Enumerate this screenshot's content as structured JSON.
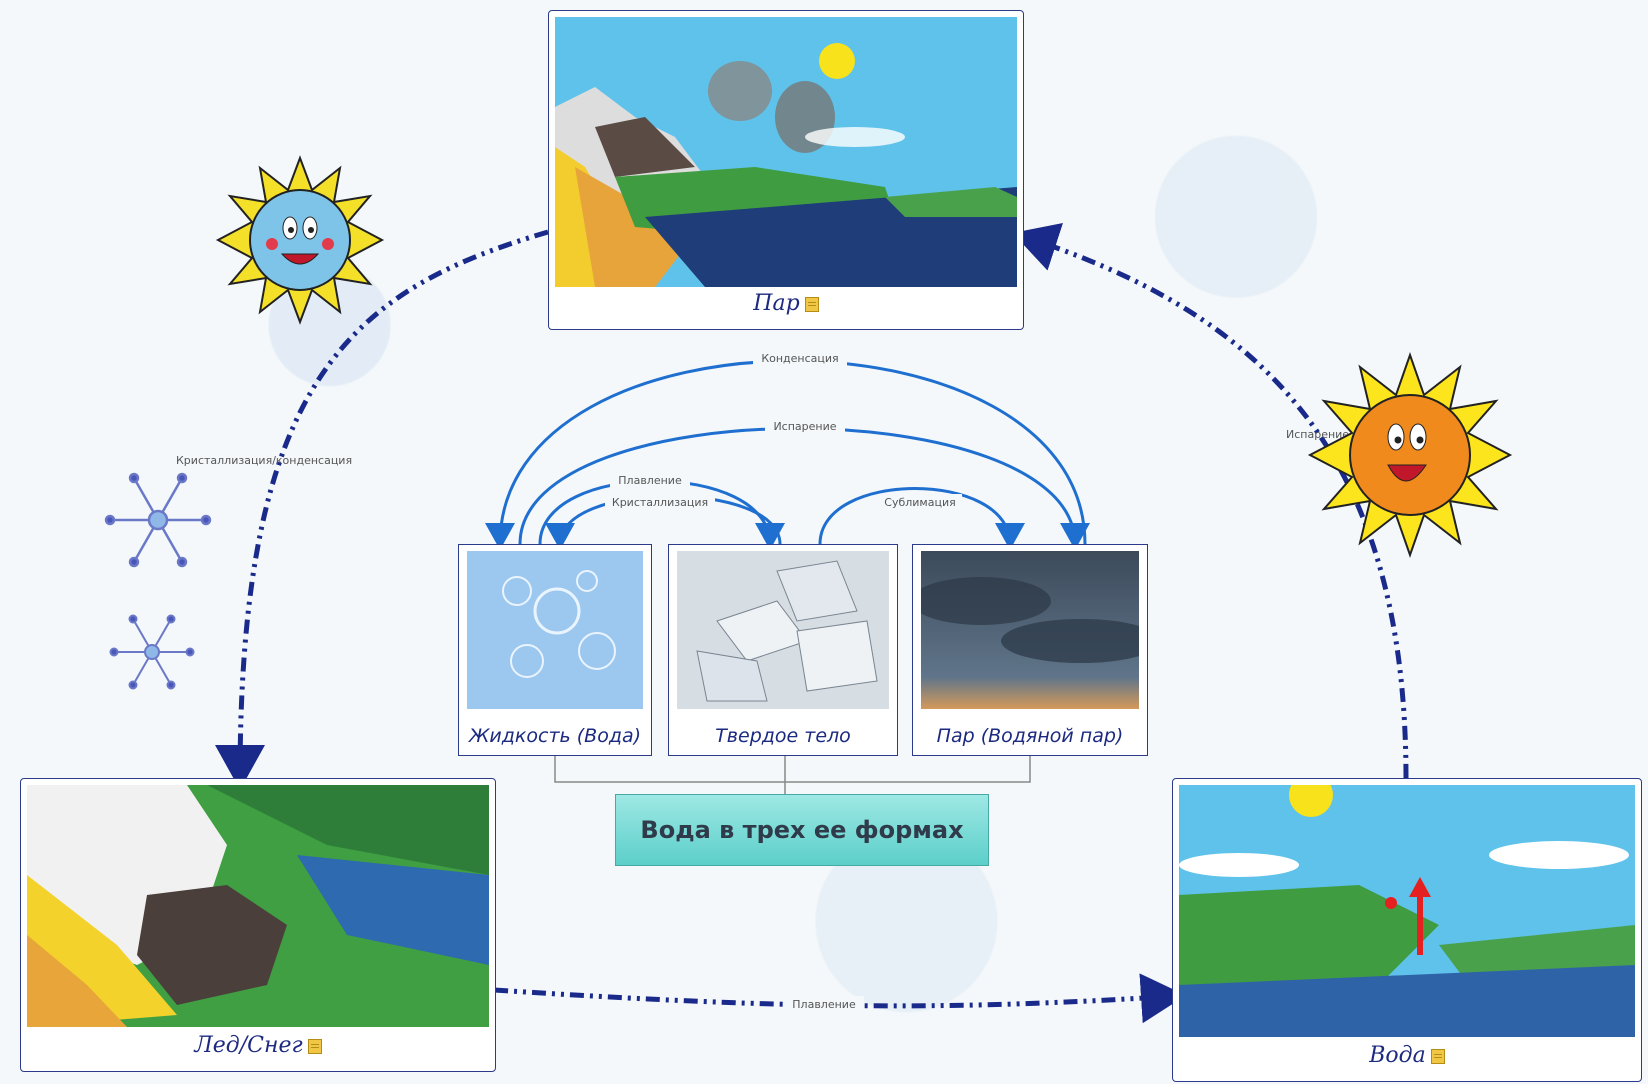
{
  "center_title": "Вода в трех ее формах",
  "forms": [
    {
      "label": "Жидкость (Вода)",
      "icon": "water-bubbles-image"
    },
    {
      "label": "Твердое тело",
      "icon": "ice-cubes-image"
    },
    {
      "label": "Пар (Водяной пар)",
      "icon": "storm-clouds-image"
    }
  ],
  "nodes": {
    "vapor": {
      "label": "Пар"
    },
    "ice": {
      "label": "Лед/Снег"
    },
    "water": {
      "label": "Вода"
    }
  },
  "inner_arrows": {
    "condensation": "Конденсация",
    "evaporation": "Испарение",
    "melting": "Плавление",
    "crystallization": "Кристаллизация",
    "sublimation": "Сублимация"
  },
  "outer_arrows": {
    "crystallization_condensation": "Кристаллизация/конденсация",
    "evaporation": "Испарение",
    "melting": "Плавление"
  },
  "colors": {
    "arrow_blue": "#1f6fd0",
    "dash_navy": "#1a2a8a",
    "card_border": "#2c3a8c",
    "caption": "#1c2a80",
    "central_fill": "#6fd6d1"
  }
}
